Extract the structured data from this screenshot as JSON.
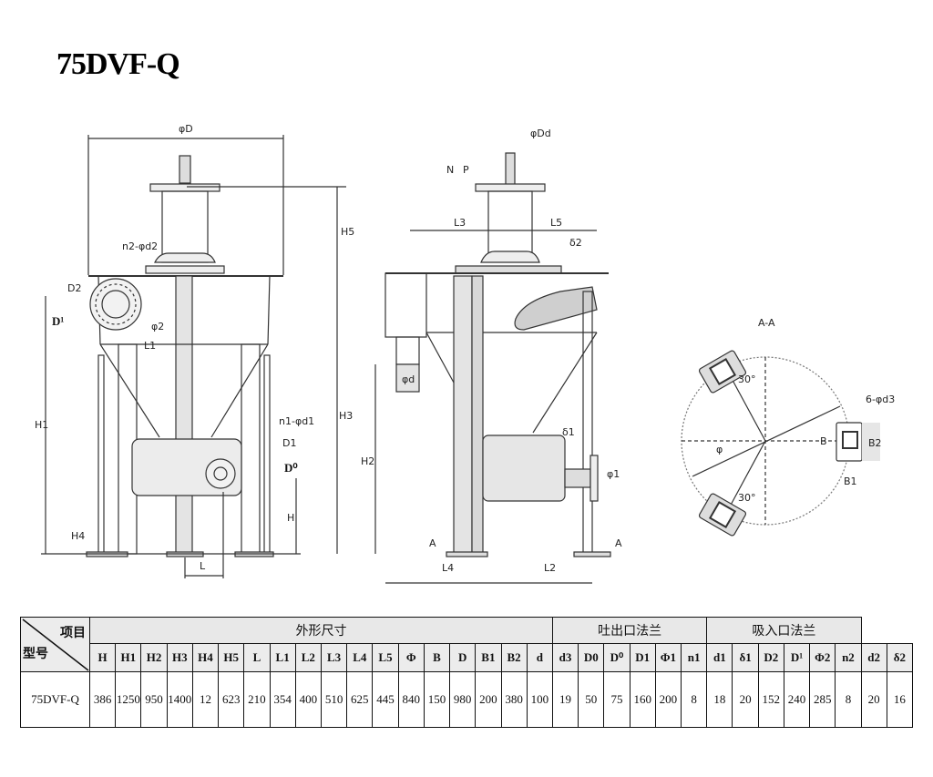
{
  "title": "75DVF-Q",
  "drawing": {
    "front_view_labels": [
      "φD",
      "H5",
      "n2-φd2",
      "D2",
      "D1",
      "φ2",
      "L1",
      "H1",
      "H3",
      "n1-φd1",
      "D1",
      "D0",
      "H",
      "H4",
      "L"
    ],
    "side_view_labels": [
      "φDd",
      "N",
      "P",
      "L3",
      "L5",
      "δ2",
      "φd",
      "H2",
      "δ1",
      "φ1",
      "A",
      "A",
      "L4",
      "L2"
    ],
    "section_view": {
      "title": "A-A",
      "labels": [
        "30°",
        "30°",
        "φ",
        "6-φd3",
        "B",
        "B2",
        "B1"
      ]
    }
  },
  "table": {
    "corner_top": "项目",
    "corner_bottom": "型号",
    "groups": [
      {
        "label": "外形尺寸",
        "span": 18
      },
      {
        "label": "吐出口法兰",
        "span": 6
      },
      {
        "label": "吸入口法兰",
        "span": 6
      }
    ],
    "columns": [
      "H",
      "H1",
      "H2",
      "H3",
      "H4",
      "H5",
      "L",
      "L1",
      "L2",
      "L3",
      "L4",
      "L5",
      "Φ",
      "B",
      "D",
      "B1",
      "B2",
      "d",
      "d3",
      "D0",
      "D⁰",
      "D1",
      "Φ1",
      "n1",
      "d1",
      "δ1",
      "D2",
      "D¹",
      "Φ2",
      "n2",
      "d2",
      "δ2"
    ],
    "rows": [
      {
        "model": "75DVF-Q",
        "values": [
          "386",
          "1250",
          "950",
          "1400",
          "12",
          "623",
          "210",
          "354",
          "400",
          "510",
          "625",
          "445",
          "840",
          "150",
          "980",
          "200",
          "380",
          "100",
          "19",
          "50",
          "75",
          "160",
          "200",
          "8",
          "18",
          "20",
          "152",
          "240",
          "285",
          "8",
          "20",
          "16"
        ]
      }
    ]
  }
}
